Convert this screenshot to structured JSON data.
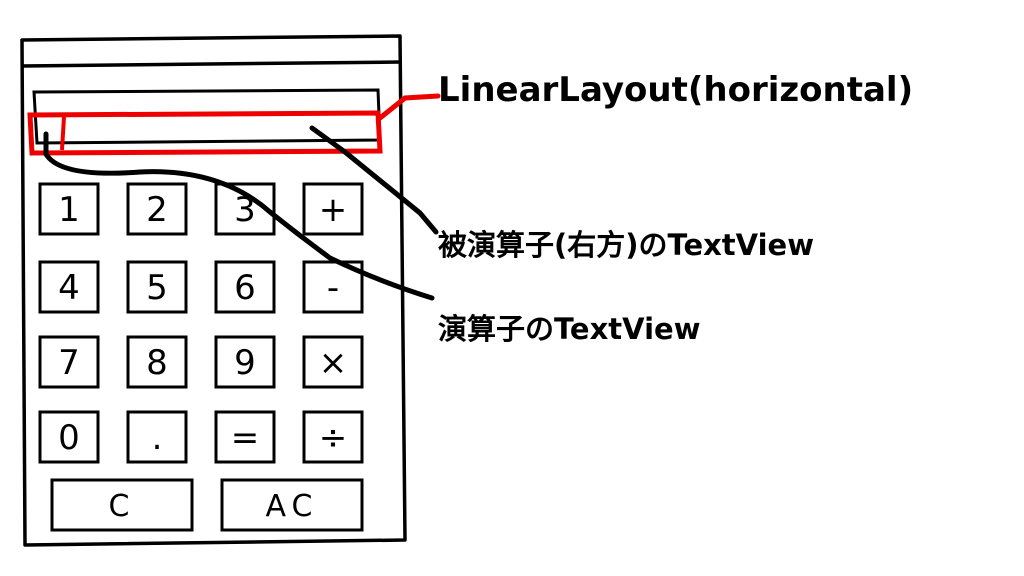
{
  "annotations": {
    "linear_layout": "LinearLayout(horizontal)",
    "operand_textview": "被演算子(右方)のTextView",
    "operator_textview": "演算子のTextView"
  },
  "keypad": {
    "rows": [
      [
        "1",
        "2",
        "3",
        "+"
      ],
      [
        "4",
        "5",
        "6",
        "-"
      ],
      [
        "7",
        "8",
        "9",
        "×"
      ],
      [
        "0",
        ".",
        "=",
        "÷"
      ]
    ],
    "bottom": [
      "C",
      "AC"
    ]
  },
  "colors": {
    "highlight": "#ee0000",
    "ink": "#000000"
  }
}
